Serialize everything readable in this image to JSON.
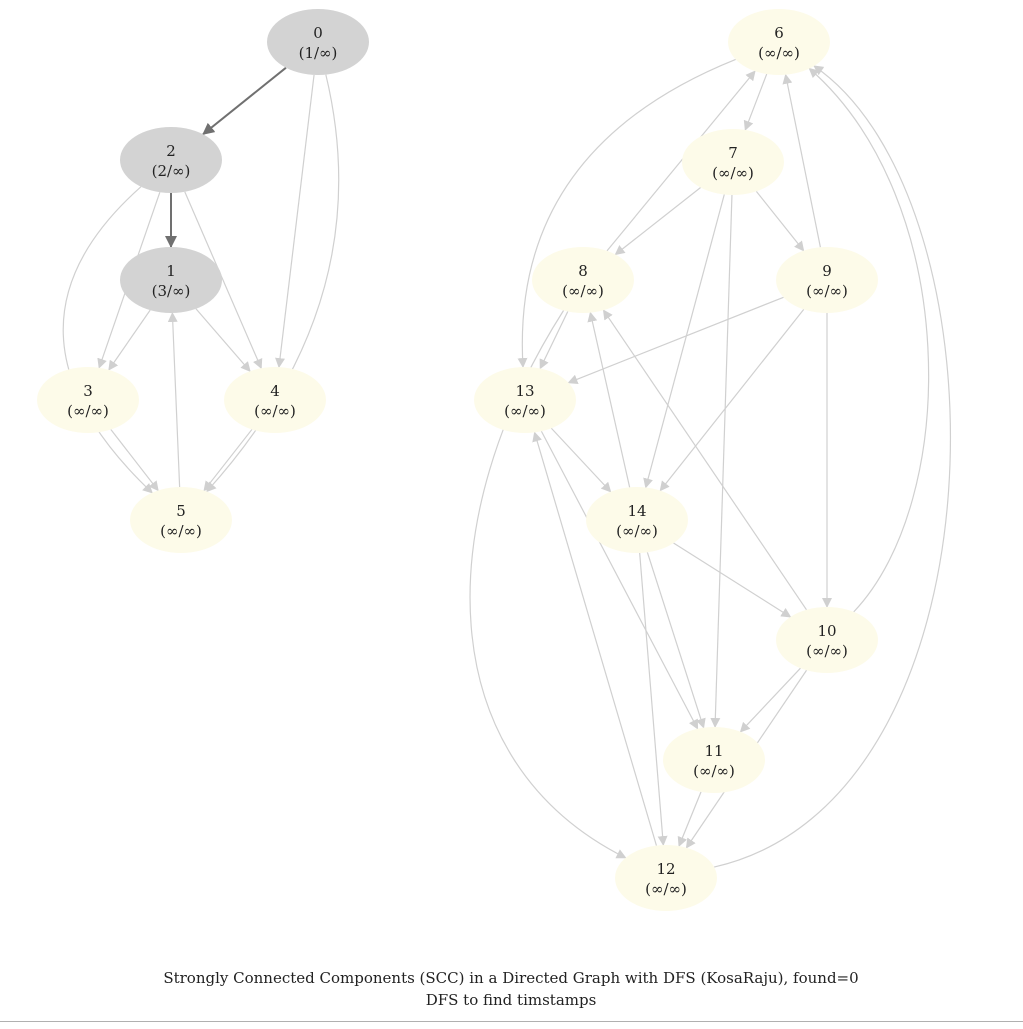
{
  "colors": {
    "visited_fill": "#d3d3d3",
    "unvisited_fill": "#fdfbe9",
    "active_edge": "#707070",
    "inactive_edge": "#d0d0d0",
    "text": "#222222",
    "background": "#ffffff"
  },
  "graph": {
    "nodes": [
      {
        "id": "0",
        "time": "(1/∞)",
        "state": "visited"
      },
      {
        "id": "2",
        "time": "(2/∞)",
        "state": "visited"
      },
      {
        "id": "1",
        "time": "(3/∞)",
        "state": "visited"
      },
      {
        "id": "3",
        "time": "(∞/∞)",
        "state": "unvisited"
      },
      {
        "id": "4",
        "time": "(∞/∞)",
        "state": "unvisited"
      },
      {
        "id": "5",
        "time": "(∞/∞)",
        "state": "unvisited"
      },
      {
        "id": "6",
        "time": "(∞/∞)",
        "state": "unvisited"
      },
      {
        "id": "7",
        "time": "(∞/∞)",
        "state": "unvisited"
      },
      {
        "id": "8",
        "time": "(∞/∞)",
        "state": "unvisited"
      },
      {
        "id": "9",
        "time": "(∞/∞)",
        "state": "unvisited"
      },
      {
        "id": "13",
        "time": "(∞/∞)",
        "state": "unvisited"
      },
      {
        "id": "14",
        "time": "(∞/∞)",
        "state": "unvisited"
      },
      {
        "id": "10",
        "time": "(∞/∞)",
        "state": "unvisited"
      },
      {
        "id": "11",
        "time": "(∞/∞)",
        "state": "unvisited"
      },
      {
        "id": "12",
        "time": "(∞/∞)",
        "state": "unvisited"
      }
    ],
    "edges": [
      {
        "from": "0",
        "to": "2",
        "active": true
      },
      {
        "from": "2",
        "to": "1",
        "active": true
      },
      {
        "from": "0",
        "to": "4",
        "active": false
      },
      {
        "from": "0",
        "to": "5",
        "active": false
      },
      {
        "from": "2",
        "to": "3",
        "active": false
      },
      {
        "from": "2",
        "to": "4",
        "active": false
      },
      {
        "from": "2",
        "to": "5",
        "active": false
      },
      {
        "from": "1",
        "to": "3",
        "active": false
      },
      {
        "from": "1",
        "to": "4",
        "active": false
      },
      {
        "from": "3",
        "to": "5",
        "active": false
      },
      {
        "from": "4",
        "to": "5",
        "active": false
      },
      {
        "from": "5",
        "to": "1",
        "active": false
      },
      {
        "from": "6",
        "to": "7",
        "active": false
      },
      {
        "from": "6",
        "to": "13",
        "active": false
      },
      {
        "from": "7",
        "to": "8",
        "active": false
      },
      {
        "from": "7",
        "to": "9",
        "active": false
      },
      {
        "from": "7",
        "to": "14",
        "active": false
      },
      {
        "from": "7",
        "to": "11",
        "active": false
      },
      {
        "from": "8",
        "to": "6",
        "active": false
      },
      {
        "from": "8",
        "to": "13",
        "active": false
      },
      {
        "from": "8",
        "to": "12",
        "active": false
      },
      {
        "from": "9",
        "to": "6",
        "active": false
      },
      {
        "from": "9",
        "to": "13",
        "active": false
      },
      {
        "from": "9",
        "to": "14",
        "active": false
      },
      {
        "from": "9",
        "to": "10",
        "active": false
      },
      {
        "from": "13",
        "to": "14",
        "active": false
      },
      {
        "from": "13",
        "to": "11",
        "active": false
      },
      {
        "from": "14",
        "to": "8",
        "active": false
      },
      {
        "from": "14",
        "to": "10",
        "active": false
      },
      {
        "from": "14",
        "to": "11",
        "active": false
      },
      {
        "from": "14",
        "to": "12",
        "active": false
      },
      {
        "from": "10",
        "to": "8",
        "active": false
      },
      {
        "from": "10",
        "to": "6",
        "active": false
      },
      {
        "from": "10",
        "to": "11",
        "active": false
      },
      {
        "from": "10",
        "to": "12",
        "active": false
      },
      {
        "from": "11",
        "to": "12",
        "active": false
      },
      {
        "from": "12",
        "to": "13",
        "active": false
      },
      {
        "from": "12",
        "to": "6",
        "active": false
      }
    ]
  },
  "caption": {
    "line1": "Strongly Connected Components (SCC) in a Directed Graph with DFS (KosaRaju), found=0",
    "line2": "DFS to find timstamps"
  }
}
